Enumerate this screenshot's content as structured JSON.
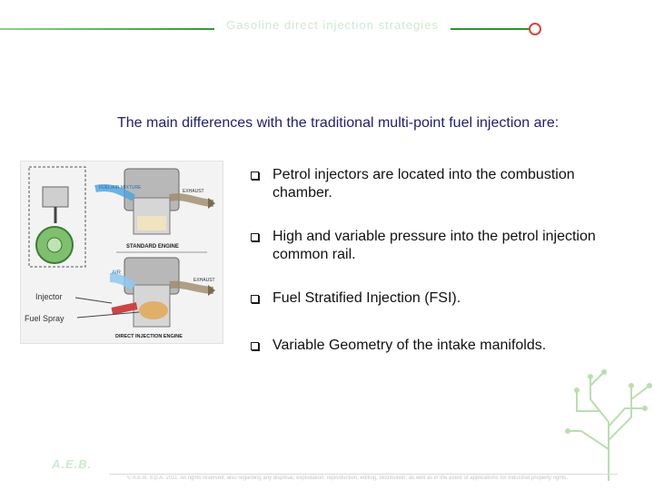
{
  "header": {
    "title": "Gasoline direct injection strategies"
  },
  "intro": "The main differences with the traditional multi-point fuel injection are:",
  "figure": {
    "labels": {
      "fuel_air_mixture": "FUEL/AIR MIXTURE",
      "exhaust_top": "EXHAUST",
      "standard_engine": "STANDARD ENGINE",
      "air": "AIR",
      "exhaust_bottom": "EXHAUST",
      "injector": "Injector",
      "fuel_spray": "Fuel Spray",
      "direct_injection_engine": "DIRECT INJECTION ENGINE"
    }
  },
  "bullets": [
    {
      "text": "Petrol injectors are located into the combustion chamber."
    },
    {
      "text": "High and variable pressure into the petrol injection common rail."
    },
    {
      "text": "Fuel Stratified Injection (FSI)."
    },
    {
      "text": "Variable Geometry of the intake manifolds."
    }
  ],
  "footer": {
    "logo": "A.E.B.",
    "copyright": "© A.E.B. S.p.A. 2011. All rights reserved, also regarding any disposal, exploitation, reproduction, editing, distribution, as well as in the event of applications for industrial property rights."
  },
  "colors": {
    "accent_green": "#2f9a35",
    "header_circle": "#d9443a",
    "intro_text": "#1f1f6e"
  }
}
